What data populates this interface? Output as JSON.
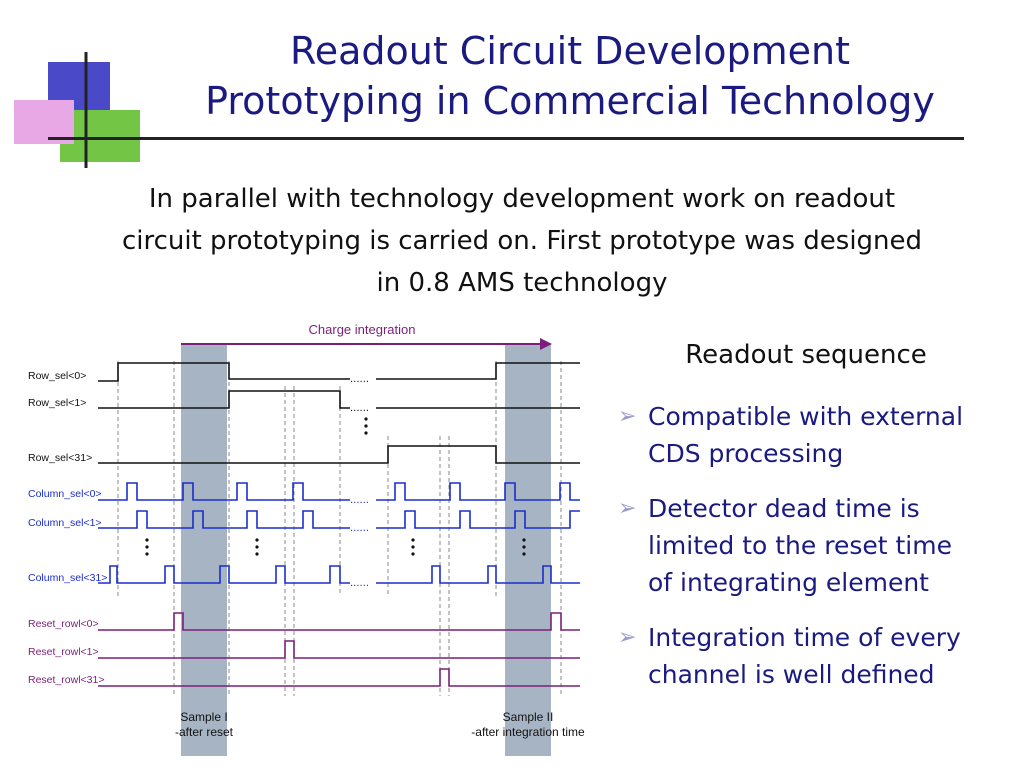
{
  "slide": {
    "title_lines": [
      "Readout Circuit Development",
      "Prototyping in Commercial Technology"
    ],
    "intro_lines": [
      "In parallel with technology development work on readout",
      "circuit prototyping is carried on. First prototype was designed",
      "in 0.8 AMS technology"
    ],
    "sequence_title": "Readout sequence",
    "bullets": [
      {
        "lines": [
          "Compatible with external",
          "CDS processing"
        ]
      },
      {
        "lines": [
          "Detector dead time is",
          "limited to the reset time",
          "of integrating element"
        ]
      },
      {
        "lines": [
          "Integration time of every",
          "channel is well defined"
        ]
      }
    ]
  },
  "diagram": {
    "arrow_label": "Charge integration",
    "signals": [
      {
        "label": "Row_sel<0>",
        "color": "#111111"
      },
      {
        "label": "Row_sel<1>",
        "color": "#111111"
      },
      {
        "label": "Row_sel<31>",
        "color": "#111111"
      },
      {
        "label": "Column_sel<0>",
        "color": "#1a2ecc"
      },
      {
        "label": "Column_sel<1>",
        "color": "#1a2ecc"
      },
      {
        "label": "Column_sel<31>",
        "color": "#1a2ecc"
      },
      {
        "label": "Reset_rowl<0>",
        "color": "#7a1f7a"
      },
      {
        "label": "Reset_rowl<1>",
        "color": "#7a1f7a"
      },
      {
        "label": "Reset_rowl<31>",
        "color": "#7a1f7a"
      }
    ],
    "sample1": {
      "line1": "Sample I",
      "line2": "-after reset"
    },
    "sample2": {
      "line1": "Sample II",
      "line2": "-after integration time"
    }
  },
  "colors": {
    "title": "#1a1a80",
    "bullet_text": "#1a1a80",
    "bullet_arrow": "#9999cc",
    "shade": "#a7b4c4",
    "column_signal": "#1a2ecc",
    "reset_signal": "#7a1f7a",
    "arrow": "#7a1f7a"
  }
}
